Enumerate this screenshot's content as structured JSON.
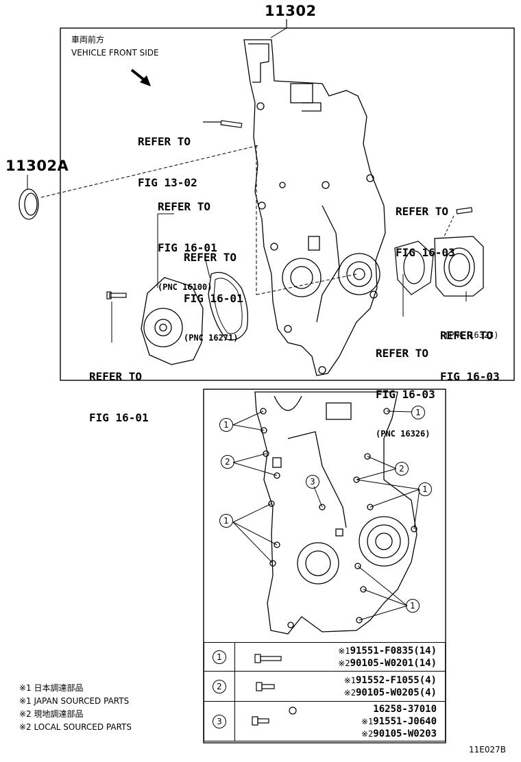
{
  "top_part_number": "11302",
  "seal_part_number": "11302A",
  "direction_label": {
    "jp": "車両前方",
    "en": "VEHICLE FRONT SIDE"
  },
  "refers": {
    "fig_13_02": {
      "line1": "REFER TO",
      "line2": "FIG 13-02"
    },
    "fig_16_01_a": {
      "line1": "REFER TO",
      "line2": "FIG 16-01",
      "pnc": "(PNC 16100)"
    },
    "fig_16_01_b": {
      "line1": "REFER TO",
      "line2": "FIG 16-01",
      "pnc": "(PNC 16271)"
    },
    "fig_16_01_c": {
      "line1": "REFER TO",
      "line2": "FIG 16-01"
    },
    "fig_16_03_a": {
      "line1": "REFER TO",
      "line2": "FIG 16-03"
    },
    "fig_16_03_b": {
      "line1": "REFER TO",
      "line2": "FIG 16-03",
      "pnc": "(PNC 16323)"
    },
    "fig_16_03_c": {
      "line1": "REFER TO",
      "line2": "FIG 16-03",
      "pnc": "(PNC 16326)"
    }
  },
  "callouts": {
    "c1": "1",
    "c2": "2",
    "c3": "3"
  },
  "parts_table": [
    {
      "no": "1",
      "lines": [
        {
          "mark": "※1",
          "text": "91551-F0835(14)"
        },
        {
          "mark": "※2",
          "text": "90105-W0201(14)"
        }
      ]
    },
    {
      "no": "2",
      "lines": [
        {
          "mark": "※1",
          "text": "91552-F1055(4)"
        },
        {
          "mark": "※2",
          "text": "90105-W0205(4)"
        }
      ]
    },
    {
      "no": "3",
      "lines": [
        {
          "mark": "",
          "text": "16258-37010"
        },
        {
          "mark": "※1",
          "text": "91551-J0640"
        },
        {
          "mark": "※2",
          "text": "90105-W0203"
        }
      ]
    }
  ],
  "notes": [
    "※1 日本調達部品",
    "※1 JAPAN SOURCED PARTS",
    "※2 現地調達部品",
    "※2 LOCAL SOURCED PARTS"
  ],
  "figure_code": "11E027B"
}
